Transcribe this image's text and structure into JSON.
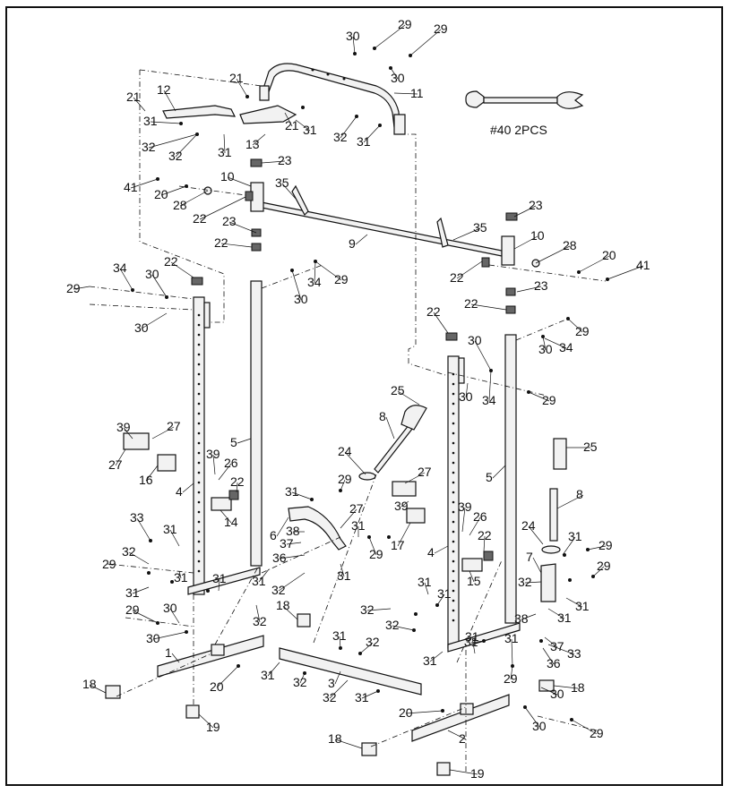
{
  "tool_note": "#40 2PCS",
  "callouts": [
    {
      "id": "c01",
      "text": "30"
    },
    {
      "id": "c02",
      "text": "29"
    },
    {
      "id": "c03",
      "text": "29"
    },
    {
      "id": "c04",
      "text": "30"
    },
    {
      "id": "c05",
      "text": "21"
    },
    {
      "id": "c06",
      "text": "21"
    },
    {
      "id": "c07",
      "text": "12"
    },
    {
      "id": "c08",
      "text": "11"
    },
    {
      "id": "c09",
      "text": "31"
    },
    {
      "id": "c10",
      "text": "21"
    },
    {
      "id": "c11",
      "text": "31"
    },
    {
      "id": "c12",
      "text": "32"
    },
    {
      "id": "c13",
      "text": "31"
    },
    {
      "id": "c14",
      "text": "32"
    },
    {
      "id": "c15",
      "text": "32"
    },
    {
      "id": "c16",
      "text": "31"
    },
    {
      "id": "c17",
      "text": "13"
    },
    {
      "id": "c18",
      "text": "23"
    },
    {
      "id": "c19",
      "text": "10"
    },
    {
      "id": "c20",
      "text": "35"
    },
    {
      "id": "c21",
      "text": "41"
    },
    {
      "id": "c22",
      "text": "20"
    },
    {
      "id": "c23",
      "text": "28"
    },
    {
      "id": "c24",
      "text": "22"
    },
    {
      "id": "c25",
      "text": "23"
    },
    {
      "id": "c26",
      "text": "22"
    },
    {
      "id": "c27",
      "text": "9"
    },
    {
      "id": "c28",
      "text": "35"
    },
    {
      "id": "c29",
      "text": "23"
    },
    {
      "id": "c30",
      "text": "10"
    },
    {
      "id": "c31",
      "text": "28"
    },
    {
      "id": "c32",
      "text": "20"
    },
    {
      "id": "c33",
      "text": "41"
    },
    {
      "id": "c34",
      "text": "22"
    },
    {
      "id": "c35",
      "text": "22"
    },
    {
      "id": "c36",
      "text": "23"
    },
    {
      "id": "c37",
      "text": "34"
    },
    {
      "id": "c38",
      "text": "22"
    },
    {
      "id": "c39",
      "text": "30"
    },
    {
      "id": "c40",
      "text": "29"
    },
    {
      "id": "c41",
      "text": "30"
    },
    {
      "id": "c42",
      "text": "34"
    },
    {
      "id": "c43",
      "text": "29"
    },
    {
      "id": "c44",
      "text": "30"
    },
    {
      "id": "c45",
      "text": "22"
    },
    {
      "id": "c46",
      "text": "30"
    },
    {
      "id": "c47",
      "text": "29"
    },
    {
      "id": "c48",
      "text": "30"
    },
    {
      "id": "c49",
      "text": "34"
    },
    {
      "id": "c50",
      "text": "34"
    },
    {
      "id": "c51",
      "text": "30"
    },
    {
      "id": "c52",
      "text": "29"
    },
    {
      "id": "c53",
      "text": "25"
    },
    {
      "id": "c54",
      "text": "8"
    },
    {
      "id": "c55",
      "text": "39"
    },
    {
      "id": "c56",
      "text": "27"
    },
    {
      "id": "c57",
      "text": "27"
    },
    {
      "id": "c58",
      "text": "16"
    },
    {
      "id": "c59",
      "text": "5"
    },
    {
      "id": "c60",
      "text": "24"
    },
    {
      "id": "c61",
      "text": "39"
    },
    {
      "id": "c62",
      "text": "26"
    },
    {
      "id": "c63",
      "text": "22"
    },
    {
      "id": "c64",
      "text": "4"
    },
    {
      "id": "c65",
      "text": "14"
    },
    {
      "id": "c66",
      "text": "29"
    },
    {
      "id": "c67",
      "text": "31"
    },
    {
      "id": "c68",
      "text": "27"
    },
    {
      "id": "c69",
      "text": "39"
    },
    {
      "id": "c70",
      "text": "17"
    },
    {
      "id": "c71",
      "text": "5"
    },
    {
      "id": "c72",
      "text": "25"
    },
    {
      "id": "c73",
      "text": "8"
    },
    {
      "id": "c74",
      "text": "33"
    },
    {
      "id": "c75",
      "text": "31"
    },
    {
      "id": "c76",
      "text": "32"
    },
    {
      "id": "c77",
      "text": "31"
    },
    {
      "id": "c78",
      "text": "29"
    },
    {
      "id": "c79",
      "text": "31"
    },
    {
      "id": "c80",
      "text": "31"
    },
    {
      "id": "c81",
      "text": "6"
    },
    {
      "id": "c82",
      "text": "38"
    },
    {
      "id": "c83",
      "text": "37"
    },
    {
      "id": "c84",
      "text": "36"
    },
    {
      "id": "c85",
      "text": "27"
    },
    {
      "id": "c86",
      "text": "31"
    },
    {
      "id": "c87",
      "text": "29"
    },
    {
      "id": "c88",
      "text": "31"
    },
    {
      "id": "c89",
      "text": "32"
    },
    {
      "id": "c90",
      "text": "31"
    },
    {
      "id": "c91",
      "text": "39"
    },
    {
      "id": "c92",
      "text": "26"
    },
    {
      "id": "c93",
      "text": "22"
    },
    {
      "id": "c94",
      "text": "4"
    },
    {
      "id": "c95",
      "text": "15"
    },
    {
      "id": "c96",
      "text": "24"
    },
    {
      "id": "c97",
      "text": "31"
    },
    {
      "id": "c98",
      "text": "29"
    },
    {
      "id": "c99",
      "text": "7"
    },
    {
      "id": "c100",
      "text": "29"
    },
    {
      "id": "c101",
      "text": "32"
    },
    {
      "id": "c102",
      "text": "31"
    },
    {
      "id": "c103",
      "text": "31"
    },
    {
      "id": "c104",
      "text": "32"
    },
    {
      "id": "c105",
      "text": "31"
    },
    {
      "id": "c106",
      "text": "32"
    },
    {
      "id": "c107",
      "text": "38"
    },
    {
      "id": "c108",
      "text": "31"
    },
    {
      "id": "c109",
      "text": "32"
    },
    {
      "id": "c110",
      "text": "18"
    },
    {
      "id": "c111",
      "text": "29"
    },
    {
      "id": "c112",
      "text": "30"
    },
    {
      "id": "c113",
      "text": "30"
    },
    {
      "id": "c114",
      "text": "31"
    },
    {
      "id": "c115",
      "text": "32"
    },
    {
      "id": "c116",
      "text": "1"
    },
    {
      "id": "c117",
      "text": "20"
    },
    {
      "id": "c118",
      "text": "31"
    },
    {
      "id": "c119",
      "text": "31"
    },
    {
      "id": "c120",
      "text": "31"
    },
    {
      "id": "c121",
      "text": "31"
    },
    {
      "id": "c122",
      "text": "37"
    },
    {
      "id": "c123",
      "text": "33"
    },
    {
      "id": "c124",
      "text": "36"
    },
    {
      "id": "c125",
      "text": "31"
    },
    {
      "id": "c126",
      "text": "32"
    },
    {
      "id": "c127",
      "text": "3"
    },
    {
      "id": "c128",
      "text": "32"
    },
    {
      "id": "c129",
      "text": "31"
    },
    {
      "id": "c130",
      "text": "29"
    },
    {
      "id": "c131",
      "text": "18"
    },
    {
      "id": "c132",
      "text": "30"
    },
    {
      "id": "c133",
      "text": "18"
    },
    {
      "id": "c134",
      "text": "20"
    },
    {
      "id": "c135",
      "text": "30"
    },
    {
      "id": "c136",
      "text": "29"
    },
    {
      "id": "c137",
      "text": "19"
    },
    {
      "id": "c138",
      "text": "18"
    },
    {
      "id": "c139",
      "text": "2"
    },
    {
      "id": "c140",
      "text": "19"
    }
  ]
}
